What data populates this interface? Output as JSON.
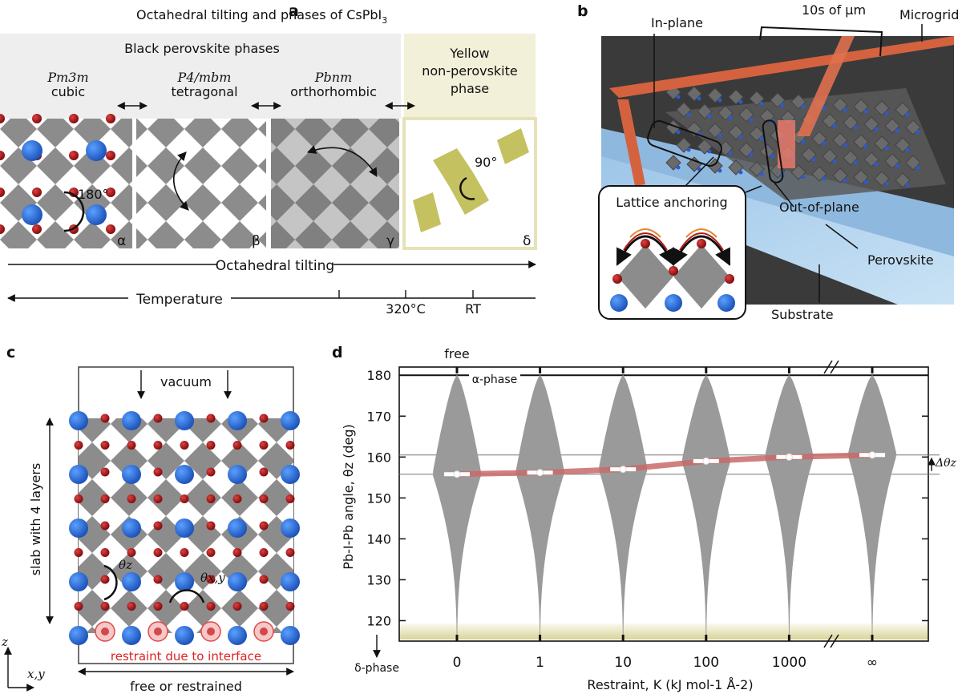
{
  "panel_a": {
    "letter": "a",
    "title": "Octahedral tilting and phases of CsPbI",
    "title_sub": "3",
    "black_header": "Black perovskite phases",
    "yellow_header_1": "Yellow",
    "yellow_header_2": "non-perovskite",
    "yellow_header_3": "phase",
    "phases": [
      {
        "space_group": "Pm3m",
        "name": "cubic",
        "greek": "α"
      },
      {
        "space_group": "P4/mbm",
        "name": "tetragonal",
        "greek": "β"
      },
      {
        "space_group": "Pbnm",
        "name": "orthorhombic",
        "greek": "γ"
      },
      {
        "space_group": "",
        "name": "",
        "greek": "δ"
      }
    ],
    "angle_cubic": "180°",
    "angle_delta": "90°",
    "tilting_label": "Octahedral tilting",
    "temperature_label": "Temperature",
    "temp_tick_1": "320°C",
    "temp_tick_2": "RT"
  },
  "panel_b": {
    "letter": "b",
    "label_inplane": "In-plane",
    "label_scale": "10s of μm",
    "label_microgrid": "Microgrid",
    "label_outofplane": "Out-of-plane",
    "label_perovskite": "Perovskite",
    "label_substrate": "Substrate",
    "label_anchoring": "Lattice anchoring"
  },
  "panel_c": {
    "letter": "c",
    "vacuum": "vacuum",
    "slab_label": "slab with 4 layers",
    "theta_z": "θz",
    "theta_xy": "θx,y",
    "restraint": "restraint due to interface",
    "free_or_restrained": "free or restrained",
    "axis_z": "z",
    "axis_xy": "x,y"
  },
  "panel_d": {
    "letter": "d",
    "free_label": "free",
    "alpha_label": "α-phase",
    "delta_label": "δ-phase",
    "ylabel": "Pb-I-Pb angle, θz (deg)",
    "xlabel": "Restraint, K (kJ mol-1 Å-2)",
    "delta_theta": "Δθz",
    "colors": {
      "violin": "#9a9a9a",
      "trend": "#c96a6a",
      "trend_dark": "#8b1a1a",
      "delta_band": "#e9e6c0"
    }
  },
  "chart_data": {
    "type": "violin",
    "categories": [
      "0",
      "1",
      "10",
      "100",
      "1000",
      "∞"
    ],
    "medians": [
      155.8,
      156.2,
      157.0,
      159.0,
      160.0,
      160.5
    ],
    "ylim": [
      115,
      182
    ],
    "yticks": [
      120,
      130,
      140,
      150,
      160,
      170,
      180
    ],
    "reference_lines": [
      180,
      160.5,
      155.8
    ],
    "xlabel": "Restraint, K (kJ mol-1 Å-2)",
    "ylabel": "Pb-I-Pb angle, θz (deg)"
  }
}
